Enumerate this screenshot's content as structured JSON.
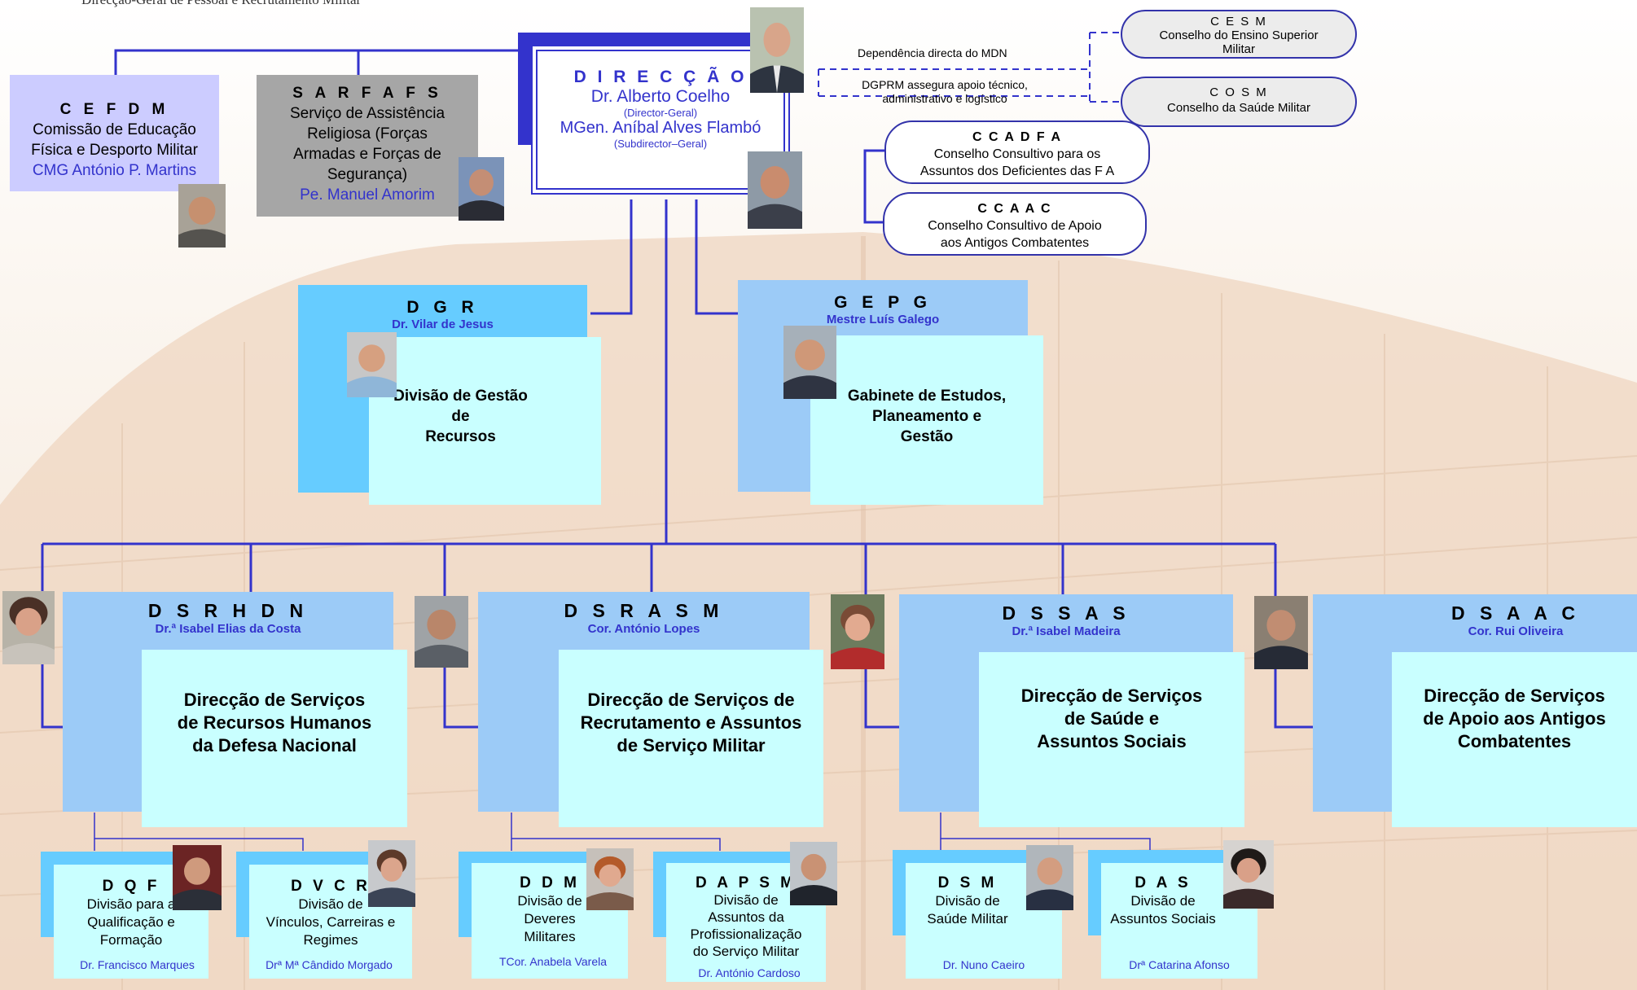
{
  "header_text": "Direcção-Geral de Pessoal e Recrutamento Militar",
  "direccao": {
    "acronym": "D I R E C Ç Ã O",
    "director_name": "Dr. Alberto Coelho",
    "director_role": "(Director-Geral)",
    "subdirector_name": "MGen. Aníbal Alves Flambó",
    "subdirector_role": "(Subdirector–Geral)"
  },
  "notes": {
    "dependencia": "Dependência directa do MDN",
    "apoio_line1": "DGPRM assegura apoio técnico,",
    "apoio_line2": "administrativo e logístico"
  },
  "councils": {
    "cesm": {
      "acronym": "C E S M",
      "line1": "Conselho do Ensino Superior",
      "line2": "Militar"
    },
    "cosm": {
      "acronym": "C O S M",
      "line1": "Conselho da Saúde Militar"
    },
    "ccadfa": {
      "acronym": "C C A D F A",
      "line1": "Conselho Consultivo para os",
      "line2": "Assuntos dos Deficientes das F A"
    },
    "ccaac": {
      "acronym": "C C A A C",
      "line1": "Conselho Consultivo de Apoio",
      "line2": "aos Antigos Combatentes"
    }
  },
  "cefdm": {
    "acronym": "C E F D M",
    "line1": "Comissão de Educação",
    "line2": "Física e Desporto Militar",
    "chief": "CMG António P. Martins"
  },
  "sarfafs": {
    "acronym": "S A R F A F S",
    "line1": "Serviço de Assistência",
    "line2": "Religiosa (Forças",
    "line3": "Armadas e Forças de",
    "line4": "Segurança)",
    "chief": "Pe. Manuel Amorim"
  },
  "dgr": {
    "acronym": "D G R",
    "chief": "Dr. Vilar de Jesus",
    "line1": "Divisão de Gestão",
    "line2": "de",
    "line3": "Recursos"
  },
  "gepg": {
    "acronym": "G E P G",
    "chief": "Mestre Luís Galego",
    "line1": "Gabinete de Estudos,",
    "line2": "Planeamento e",
    "line3": "Gestão"
  },
  "services": [
    {
      "acronym": "D S R H D N",
      "chief": "Dr.ª Isabel Elias da Costa",
      "line1": "Direcção de Serviços",
      "line2": "de Recursos Humanos",
      "line3": "da Defesa Nacional"
    },
    {
      "acronym": "D S R A S M",
      "chief": "Cor. António Lopes",
      "line1": "Direcção de Serviços de",
      "line2": "Recrutamento e Assuntos",
      "line3": "de Serviço Militar"
    },
    {
      "acronym": "D S S A S",
      "chief": "Dr.ª Isabel Madeira",
      "line1": "Direcção de Serviços",
      "line2": "de Saúde e",
      "line3": "Assuntos Sociais"
    },
    {
      "acronym": "D S A A C",
      "chief": "Cor. Rui Oliveira",
      "line1": "Direcção de Serviços",
      "line2": "de Apoio aos Antigos",
      "line3": "Combatentes"
    }
  ],
  "divisions": [
    {
      "acronym": "D Q F",
      "line1": "Divisão para a",
      "line2": "Qualificação e",
      "line3": "Formação",
      "line4": "",
      "chief": "Dr. Francisco Marques"
    },
    {
      "acronym": "D V C R",
      "line1": "Divisão de",
      "line2": "Vínculos, Carreiras e",
      "line3": "Regimes",
      "line4": "",
      "chief": "Drª Mª Cândido Morgado"
    },
    {
      "acronym": "D D M",
      "line1": "Divisão de",
      "line2": "Deveres",
      "line3": "Militares",
      "line4": "",
      "chief": "TCor. Anabela Varela"
    },
    {
      "acronym": "D A P S M",
      "line1": "Divisão de",
      "line2": "Assuntos da",
      "line3": "Profissionalização",
      "line4": "do Serviço Militar",
      "chief": "Dr. António Cardoso"
    },
    {
      "acronym": "D S M",
      "line1": "Divisão de",
      "line2": "Saúde Militar",
      "line3": "",
      "line4": "",
      "chief": "Dr. Nuno Caeiro"
    },
    {
      "acronym": "D A S",
      "line1": "Divisão de",
      "line2": "Assuntos Sociais",
      "line3": "",
      "line4": "",
      "chief": "Drª Catarina Afonso"
    }
  ],
  "colors": {
    "line": "#3333cc",
    "light_cyan": "#c9ffff",
    "light_blue": "#9ccbf7",
    "sky_blue": "#66ccff",
    "lavender": "#ccccff",
    "grey": "#a6a6a6"
  }
}
